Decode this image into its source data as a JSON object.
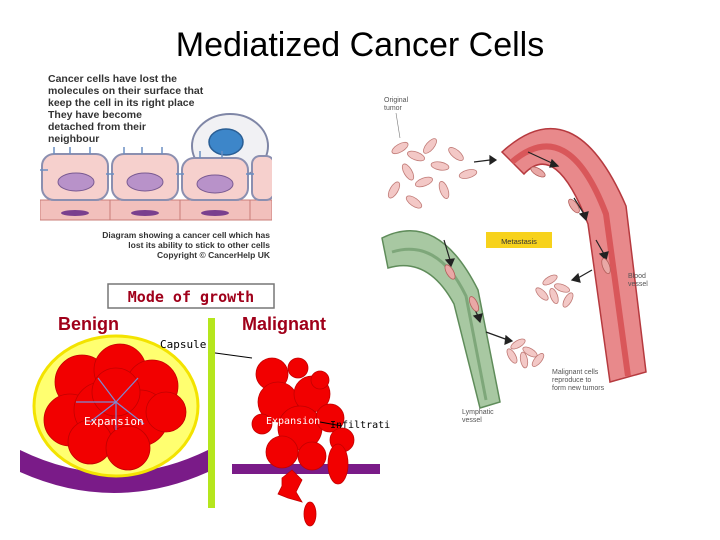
{
  "title": "Mediatized Cancer Cells",
  "cell_diagram": {
    "callout_lines": [
      "Cancer cells have lost the",
      "molecules on their surface that",
      "keep the cell in its right place",
      "They have become",
      "detached from their",
      "neighbour"
    ],
    "caption_lines": [
      "Diagram showing a cancer cell which has",
      "lost its ability to stick to other cells",
      "Copyright © CancerHelp UK"
    ]
  },
  "growth_diagram": {
    "heading": "Mode of growth",
    "benign_label": "Benign",
    "malignant_label": "Malignant",
    "capsule_label": "Capsule",
    "expansion_left_label": "Expansion",
    "expansion_right_label": "Expansion",
    "infiltration_label": "Infiltration"
  },
  "metastasis_diagram": {
    "original_tumor_lines": [
      "Original",
      "tumor"
    ],
    "metastasis_label": "Metastasis",
    "blood_vessel_lines": [
      "Blood",
      "vessel"
    ],
    "malignant_cells_lines": [
      "Malignant cells",
      "reproduce to",
      "form new tumors"
    ],
    "lymphatic_vessel_lines": [
      "Lymphatic",
      "vessel"
    ]
  },
  "colors": {
    "tumor_red": "#f20000",
    "capsule_yellow": "#ffff70",
    "membrane_purple": "#7a1b88",
    "capsule_green": "#b5e61d",
    "metastasis_box": "#f7d21c",
    "blood_vessel": "#d9575a",
    "lymph_vessel": "#7ea77a",
    "cell_pink": "#f3c8c6",
    "nucleus_violet": "#b892c9",
    "detached_nucleus": "#3d86c9"
  }
}
